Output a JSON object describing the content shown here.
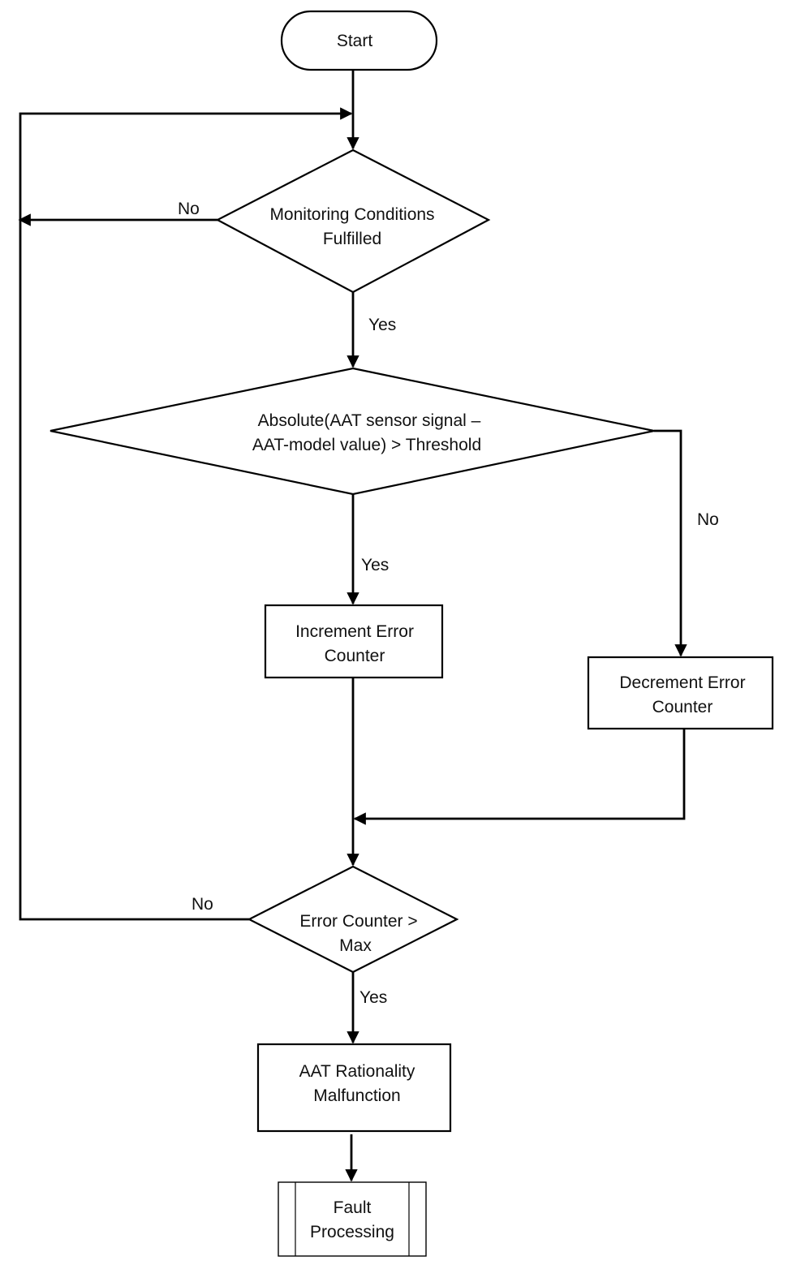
{
  "flowchart": {
    "start": "Start",
    "decision_monitoring": [
      "Monitoring Conditions",
      "Fulfilled"
    ],
    "decision_threshold": [
      "Absolute(AAT sensor signal –",
      "AAT-model value) > Threshold"
    ],
    "increment_counter": [
      "Increment Error",
      "Counter"
    ],
    "decrement_counter": [
      "Decrement Error",
      "Counter"
    ],
    "decision_max": [
      "Error Counter >",
      "Max"
    ],
    "malfunction": [
      "AAT Rationality",
      "Malfunction"
    ],
    "fault_processing": [
      "Fault",
      "Processing"
    ],
    "labels": {
      "monitoring_no": "No",
      "monitoring_yes": "Yes",
      "threshold_yes": "Yes",
      "threshold_no": "No",
      "max_no": "No",
      "max_yes": "Yes"
    }
  }
}
